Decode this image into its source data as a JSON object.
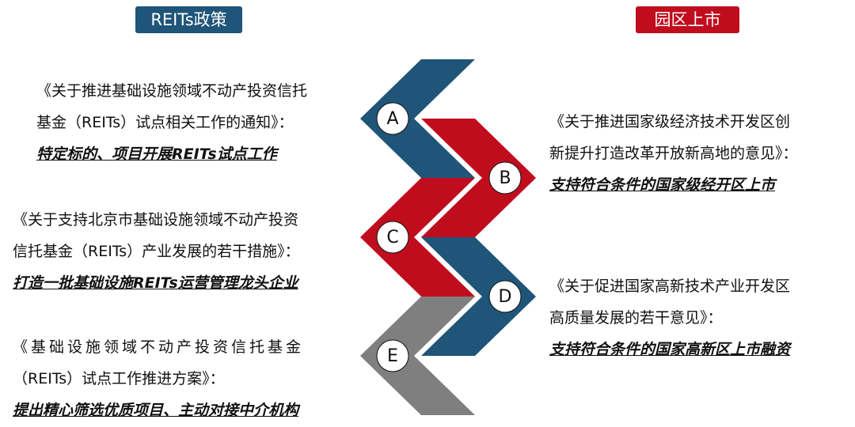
{
  "colors": {
    "blue": "#1f5578",
    "red": "#c00d1e",
    "gray": "#7f7f7f",
    "circle_fill": "#ffffff",
    "header_left_bg": "#1f5578",
    "header_right_bg": "#c00d1e"
  },
  "headers": {
    "left": "REITs政策",
    "right": "园区上市"
  },
  "chevrons": [
    {
      "letter": "A",
      "color": "blue"
    },
    {
      "letter": "B",
      "color": "red"
    },
    {
      "letter": "C",
      "color": "red"
    },
    {
      "letter": "D",
      "color": "blue"
    },
    {
      "letter": "E",
      "color": "gray"
    }
  ],
  "left_items": [
    {
      "lines": [
        "《关于推进基础设施领域不动产投资信托",
        "基金（REITs）试点相关工作的通知》："
      ],
      "highlight": "特定标的、项目开展REITs试点工作"
    },
    {
      "lines": [
        "《关于支持北京市基础设施领域不动产投资",
        "信托基金（REITs）产业发展的若干措施》："
      ],
      "highlight": "打造一批基础设施REITs运营管理龙头企业"
    },
    {
      "lines": [
        "《基础设施领域不动产投资信托基金",
        "（REITs）试点工作推进方案》："
      ],
      "highlight": "提出精心筛选优质项目、主动对接中介机构"
    }
  ],
  "right_items": [
    {
      "lines": [
        "《关于推进国家级经济技术开发区创",
        "新提升打造改革开放新高地的意见》："
      ],
      "highlight": "支持符合条件的国家级经开区上市"
    },
    {
      "lines": [
        "《关于促进国家高新技术产业开发区",
        "高质量发展的若干意见》："
      ],
      "highlight": "支持符合条件的国家高新区上市融资"
    }
  ]
}
